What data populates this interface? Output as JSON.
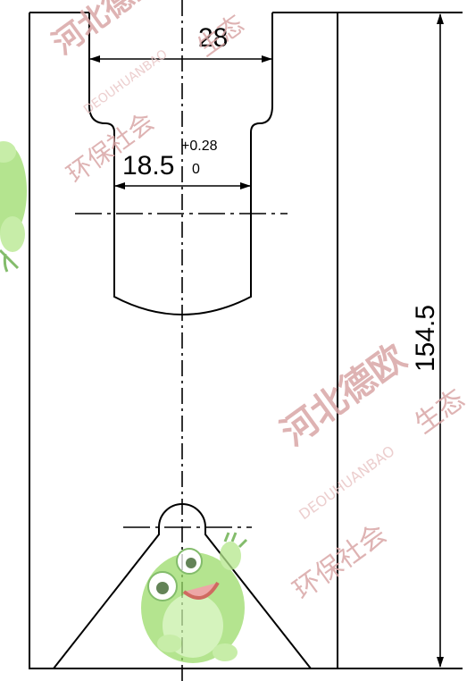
{
  "dimensions": {
    "top_width": "28",
    "slot_width": "18.5",
    "tol_upper": "+0.28",
    "tol_lower": "0",
    "overall_height": "154.5"
  },
  "watermark": {
    "company_cn": "河北德欧",
    "company_en": "DEOUHUANBAO",
    "slogan_cn": "环保社会",
    "slogan_cn_2": "生态"
  },
  "colors": {
    "line": "#000000",
    "watermark_red": "#d9a6a6",
    "watermark_pink": "#e9c6c6",
    "frog_green": "#9bdc6a",
    "frog_dark": "#5aa63a"
  }
}
